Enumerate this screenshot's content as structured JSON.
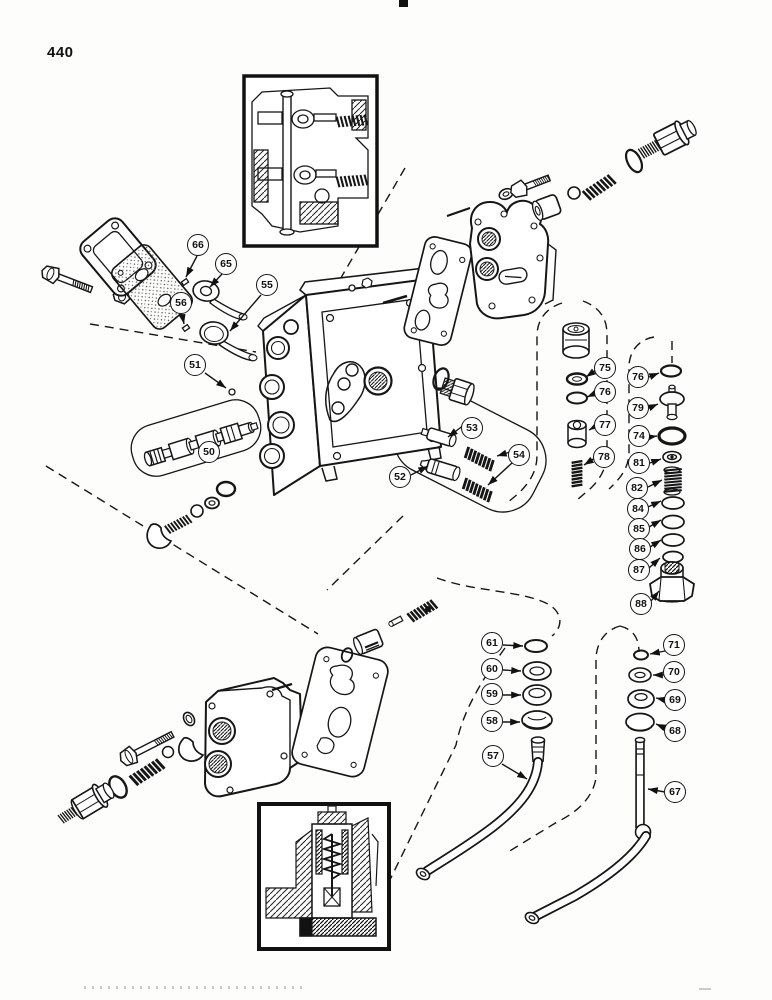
{
  "page": {
    "number": "440"
  },
  "figure": {
    "type": "exploded-parts-diagram",
    "subject": "hydraulic-control-valve-assembly",
    "insets": [
      "valve-cross-section-top",
      "valve-cross-section-bottom"
    ],
    "callouts": {
      "c50": "50",
      "c51": "51",
      "c52": "52",
      "c53": "53",
      "c54": "54",
      "c55": "55",
      "c56": "56",
      "c57": "57",
      "c58": "58",
      "c59": "59",
      "c60": "60",
      "c61": "61",
      "c65": "65",
      "c66": "66",
      "c67": "67",
      "c68": "68",
      "c69": "69",
      "c70": "70",
      "c71": "71",
      "c74": "74",
      "c75": "75",
      "c76a": "76",
      "c76b": "76",
      "c77": "77",
      "c78": "78",
      "c79": "79",
      "c81": "81",
      "c82": "82",
      "c84": "84",
      "c85": "85",
      "c86": "86",
      "c87": "87",
      "c88": "88"
    }
  }
}
